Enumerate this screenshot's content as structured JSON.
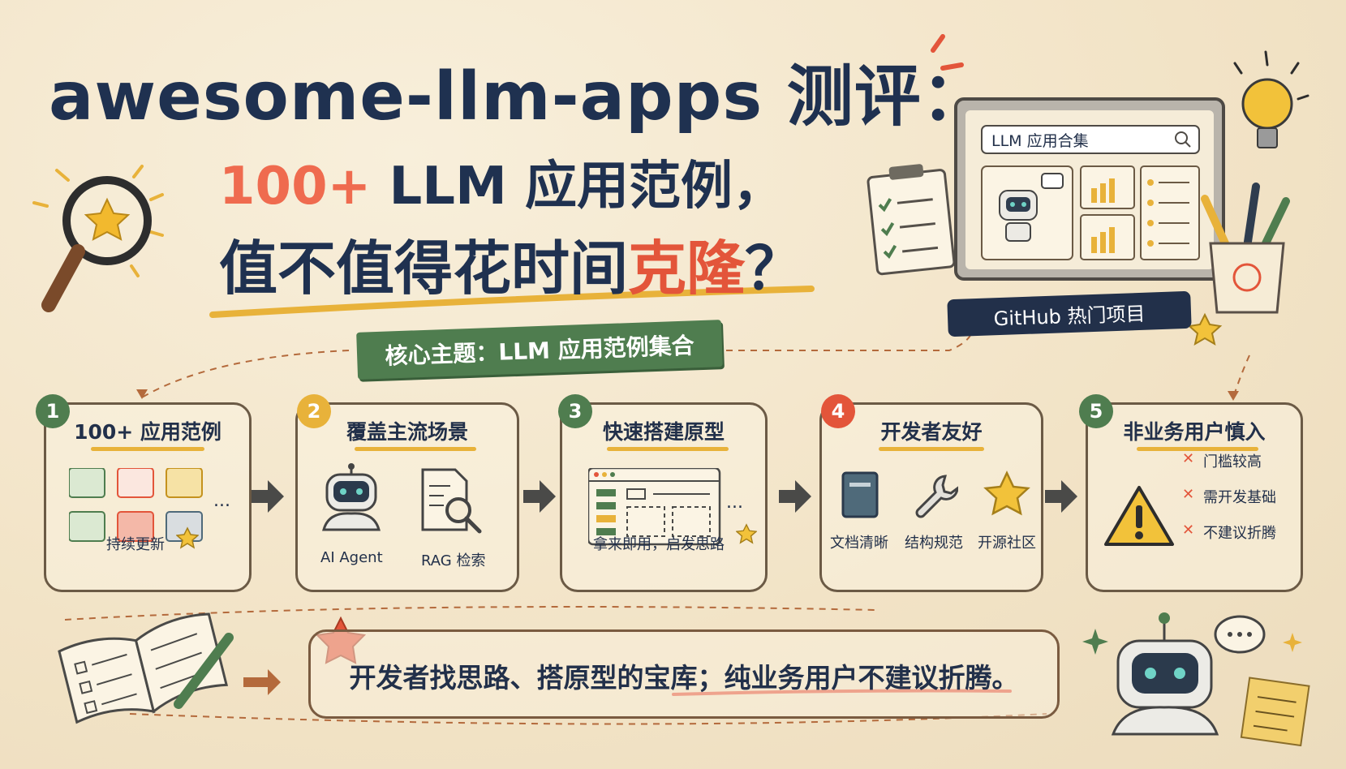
{
  "title": {
    "line1": "awesome-llm-apps 测评：",
    "line2_num": "100+",
    "line2_rest": " LLM 应用范例，",
    "line3_a": "值不值得花时间",
    "line3_b": "克隆",
    "line3_c": "？"
  },
  "core_topic": "核心主题：LLM 应用范例集合",
  "browser": {
    "search_text": "LLM 应用合集"
  },
  "github_badge": "GitHub 热门项目",
  "steps": [
    {
      "num": "1",
      "title": "100+ 应用范例",
      "caption": "持续更新",
      "ellipsis": "...",
      "color": "#4f7d4f"
    },
    {
      "num": "2",
      "title": "覆盖主流场景",
      "labels": [
        "AI Agent",
        "RAG 检索"
      ],
      "color": "#e8b23a"
    },
    {
      "num": "3",
      "title": "快速搭建原型",
      "caption": "拿来即用，启发思路",
      "ellipsis": "...",
      "color": "#4f7d4f"
    },
    {
      "num": "4",
      "title": "开发者友好",
      "labels": [
        "文档清晰",
        "结构规范",
        "开源社区"
      ],
      "color": "#e3553a"
    },
    {
      "num": "5",
      "title": "非业务用户慎入",
      "bullets": [
        "门槛较高",
        "需开发基础",
        "不建议折腾"
      ],
      "color": "#4f7d4f"
    }
  ],
  "conclusion": "开发者找思路、搭原型的宝库；纯业务用户不建议折腾。",
  "colors": {
    "navy": "#1f3150",
    "orange": "#e3553a",
    "green": "#4f7d4f",
    "yellow": "#e8b23a"
  }
}
